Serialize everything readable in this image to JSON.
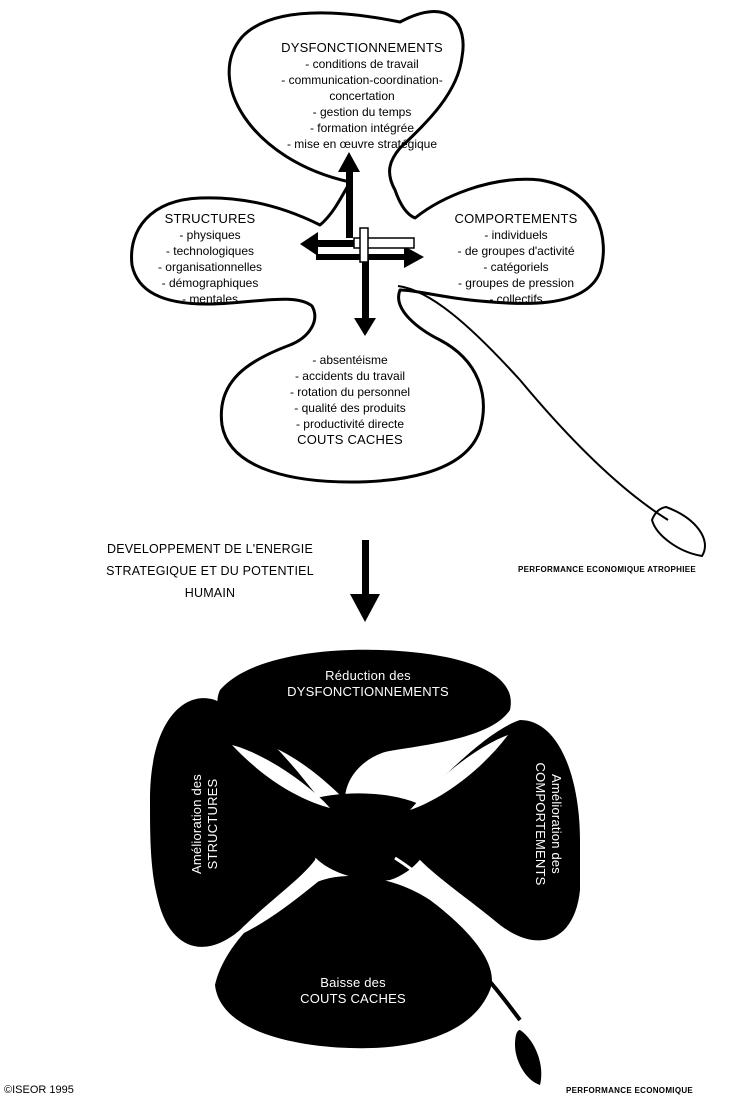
{
  "top_clover": {
    "dysfonctionnements": {
      "title": "DYSFONCTIONNEMENTS",
      "items": [
        "- conditions de travail",
        "- communication-coordination-",
        "concertation",
        "- gestion du temps",
        "- formation intégrée",
        "- mise en œuvre stratégique"
      ]
    },
    "structures": {
      "title": "STRUCTURES",
      "items": [
        "- physiques",
        "- technologiques",
        "- organisationnelles",
        "- démographiques",
        "- mentales"
      ]
    },
    "comportements": {
      "title": "COMPORTEMENTS",
      "items": [
        "- individuels",
        "- de groupes d'activité",
        "- catégoriels",
        "- groupes de pression",
        "- collectifs"
      ]
    },
    "couts_caches": {
      "items": [
        "- absentéisme",
        "- accidents du travail",
        "- rotation du personnel",
        "- qualité des produits",
        "- productivité directe"
      ],
      "title": "COUTS CACHES"
    },
    "performance_label": "PERFORMANCE ECONOMIQUE ATROPHIEE"
  },
  "middle": {
    "lines": [
      "DEVELOPPEMENT DE L'ENERGIE",
      "STRATEGIQUE ET DU POTENTIEL",
      "HUMAIN"
    ]
  },
  "bottom_clover": {
    "top_lines": [
      "Réduction des",
      "DYSFONCTIONNEMENTS"
    ],
    "left_lines": [
      "Amélioration des",
      "STRUCTURES"
    ],
    "right_lines": [
      "Amélioration des",
      "COMPORTEMENTS"
    ],
    "bottom_lines": [
      "Baisse des",
      "COUTS CACHES"
    ],
    "performance_label": "PERFORMANCE ECONOMIQUE"
  },
  "copyright": "©ISEOR 1995",
  "colors": {
    "ink": "#000000",
    "paper": "#ffffff"
  }
}
